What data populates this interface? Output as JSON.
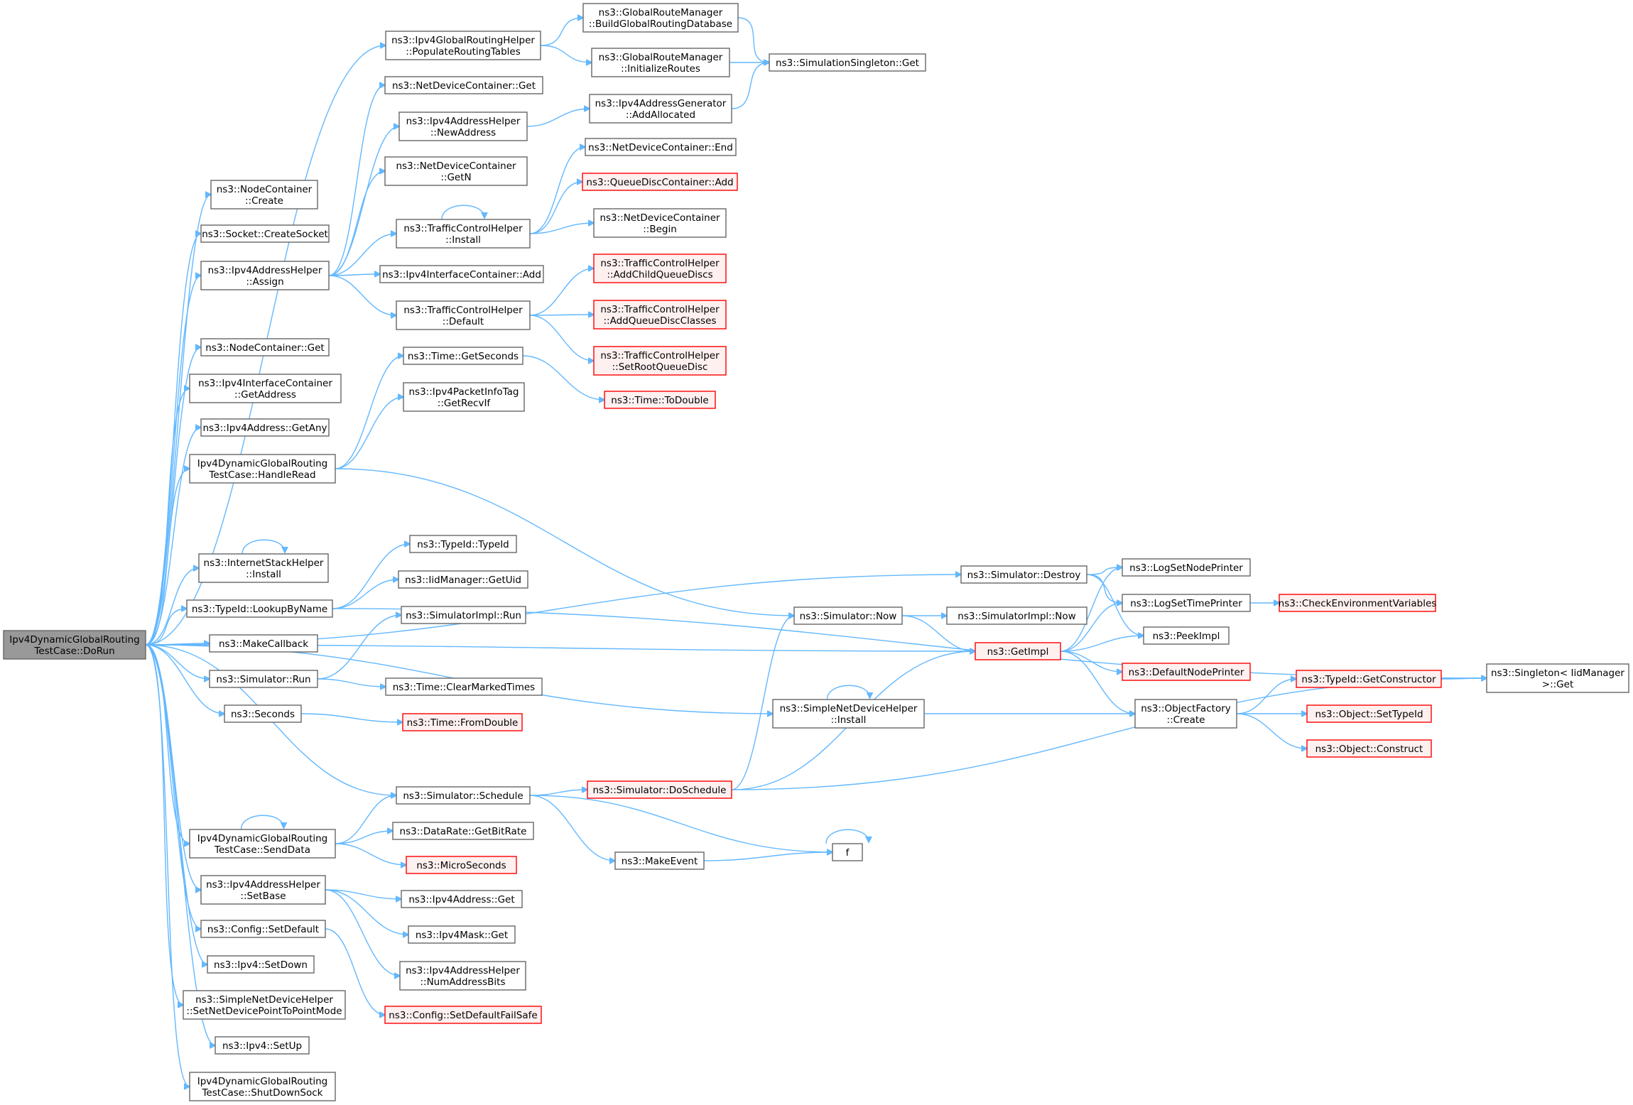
{
  "diagram": {
    "type": "call-graph",
    "colors": {
      "edge": "#63b8ff",
      "node_border": "#666666",
      "highlight_border": "#ff0000",
      "highlight_fill": "#fff0f0",
      "root_fill": "#999999"
    },
    "nodes": [
      {
        "id": "root",
        "lines": [
          "Ipv4DynamicGlobalRouting",
          "TestCase::DoRun"
        ],
        "style": "root"
      },
      {
        "id": "populate",
        "lines": [
          "ns3::Ipv4GlobalRoutingHelper",
          "::PopulateRoutingTables"
        ]
      },
      {
        "id": "nc_create",
        "lines": [
          "ns3::NodeContainer",
          "::Create"
        ]
      },
      {
        "id": "createsocket",
        "lines": [
          "ns3::Socket::CreateSocket"
        ]
      },
      {
        "id": "assign",
        "lines": [
          "ns3::Ipv4AddressHelper",
          "::Assign"
        ]
      },
      {
        "id": "nc_get",
        "lines": [
          "ns3::NodeContainer::Get"
        ]
      },
      {
        "id": "ic_getaddr",
        "lines": [
          "ns3::Ipv4InterfaceContainer",
          "::GetAddress"
        ]
      },
      {
        "id": "getany",
        "lines": [
          "ns3::Ipv4Address::GetAny"
        ]
      },
      {
        "id": "handleread",
        "lines": [
          "Ipv4DynamicGlobalRouting",
          "TestCase::HandleRead"
        ]
      },
      {
        "id": "ish_install",
        "lines": [
          "ns3::InternetStackHelper",
          "::Install"
        ]
      },
      {
        "id": "lookup",
        "lines": [
          "ns3::TypeId::LookupByName"
        ]
      },
      {
        "id": "makecallback",
        "lines": [
          "ns3::MakeCallback"
        ]
      },
      {
        "id": "sim_run",
        "lines": [
          "ns3::Simulator::Run"
        ]
      },
      {
        "id": "seconds",
        "lines": [
          "ns3::Seconds"
        ]
      },
      {
        "id": "senddata",
        "lines": [
          "Ipv4DynamicGlobalRouting",
          "TestCase::SendData"
        ]
      },
      {
        "id": "setbase",
        "lines": [
          "ns3::Ipv4AddressHelper",
          "::SetBase"
        ]
      },
      {
        "id": "setdefault",
        "lines": [
          "ns3::Config::SetDefault"
        ]
      },
      {
        "id": "setdown",
        "lines": [
          "ns3::Ipv4::SetDown"
        ]
      },
      {
        "id": "setp2p",
        "lines": [
          "ns3::SimpleNetDeviceHelper",
          "::SetNetDevicePointToPointMode"
        ]
      },
      {
        "id": "setup",
        "lines": [
          "ns3::Ipv4::SetUp"
        ]
      },
      {
        "id": "shutdown",
        "lines": [
          "Ipv4DynamicGlobalRouting",
          "TestCase::ShutDownSock"
        ]
      },
      {
        "id": "ndc_get",
        "lines": [
          "ns3::NetDeviceContainer::Get"
        ]
      },
      {
        "id": "newaddress",
        "lines": [
          "ns3::Ipv4AddressHelper",
          "::NewAddress"
        ]
      },
      {
        "id": "ndc_getn",
        "lines": [
          "ns3::NetDeviceContainer",
          "::GetN"
        ]
      },
      {
        "id": "tch_install",
        "lines": [
          "ns3::TrafficControlHelper",
          "::Install"
        ]
      },
      {
        "id": "ic_add",
        "lines": [
          "ns3::Ipv4InterfaceContainer::Add"
        ]
      },
      {
        "id": "tch_default",
        "lines": [
          "ns3::TrafficControlHelper",
          "::Default"
        ]
      },
      {
        "id": "getseconds",
        "lines": [
          "ns3::Time::GetSeconds"
        ]
      },
      {
        "id": "getrecvif",
        "lines": [
          "ns3::Ipv4PacketInfoTag",
          "::GetRecvIf"
        ]
      },
      {
        "id": "typeid",
        "lines": [
          "ns3::TypeId::TypeId"
        ]
      },
      {
        "id": "getuid",
        "lines": [
          "ns3::IidManager::GetUid"
        ]
      },
      {
        "id": "simimpl_run",
        "lines": [
          "ns3::SimulatorImpl::Run"
        ]
      },
      {
        "id": "clearmarked",
        "lines": [
          "ns3::Time::ClearMarkedTimes"
        ]
      },
      {
        "id": "fromdouble",
        "lines": [
          "ns3::Time::FromDouble"
        ],
        "style": "red"
      },
      {
        "id": "schedule",
        "lines": [
          "ns3::Simulator::Schedule"
        ]
      },
      {
        "id": "getbitrate",
        "lines": [
          "ns3::DataRate::GetBitRate"
        ]
      },
      {
        "id": "microseconds",
        "lines": [
          "ns3::MicroSeconds"
        ],
        "style": "red"
      },
      {
        "id": "addr_get",
        "lines": [
          "ns3::Ipv4Address::Get"
        ]
      },
      {
        "id": "mask_get",
        "lines": [
          "ns3::Ipv4Mask::Get"
        ]
      },
      {
        "id": "numaddrbits",
        "lines": [
          "ns3::Ipv4AddressHelper",
          "::NumAddressBits"
        ]
      },
      {
        "id": "setdefaultfailsafe",
        "lines": [
          "ns3::Config::SetDefaultFailSafe"
        ],
        "style": "red"
      },
      {
        "id": "buildgrd",
        "lines": [
          "ns3::GlobalRouteManager",
          "::BuildGlobalRoutingDatabase"
        ]
      },
      {
        "id": "initroutes",
        "lines": [
          "ns3::GlobalRouteManager",
          "::InitializeRoutes"
        ]
      },
      {
        "id": "addallocated",
        "lines": [
          "ns3::Ipv4AddressGenerator",
          "::AddAllocated"
        ]
      },
      {
        "id": "ndc_end",
        "lines": [
          "ns3::NetDeviceContainer::End"
        ]
      },
      {
        "id": "qdc_add",
        "lines": [
          "ns3::QueueDiscContainer::Add"
        ],
        "style": "red"
      },
      {
        "id": "ndc_begin",
        "lines": [
          "ns3::NetDeviceContainer",
          "::Begin"
        ]
      },
      {
        "id": "addchildqd",
        "lines": [
          "ns3::TrafficControlHelper",
          "::AddChildQueueDiscs"
        ],
        "style": "red"
      },
      {
        "id": "addqdclasses",
        "lines": [
          "ns3::TrafficControlHelper",
          "::AddQueueDiscClasses"
        ],
        "style": "red"
      },
      {
        "id": "setrootqd",
        "lines": [
          "ns3::TrafficControlHelper",
          "::SetRootQueueDisc"
        ],
        "style": "red"
      },
      {
        "id": "todouble",
        "lines": [
          "ns3::Time::ToDouble"
        ],
        "style": "red"
      },
      {
        "id": "sim_now",
        "lines": [
          "ns3::Simulator::Now"
        ]
      },
      {
        "id": "doschedule",
        "lines": [
          "ns3::Simulator::DoSchedule"
        ],
        "style": "red"
      },
      {
        "id": "makeevent",
        "lines": [
          "ns3::MakeEvent"
        ]
      },
      {
        "id": "f",
        "lines": [
          "f"
        ]
      },
      {
        "id": "singleton_get",
        "lines": [
          "ns3::SimulationSingleton::Get"
        ]
      },
      {
        "id": "sim_destroy",
        "lines": [
          "ns3::Simulator::Destroy"
        ]
      },
      {
        "id": "simimpl_now",
        "lines": [
          "ns3::SimulatorImpl::Now"
        ]
      },
      {
        "id": "getimpl",
        "lines": [
          "ns3::GetImpl"
        ],
        "style": "red"
      },
      {
        "id": "sndh_install",
        "lines": [
          "ns3::SimpleNetDeviceHelper",
          "::Install"
        ]
      },
      {
        "id": "lognodeprinter",
        "lines": [
          "ns3::LogSetNodePrinter"
        ]
      },
      {
        "id": "logtimeprinter",
        "lines": [
          "ns3::LogSetTimePrinter"
        ]
      },
      {
        "id": "peekimpl",
        "lines": [
          "ns3::PeekImpl"
        ]
      },
      {
        "id": "defaultnodeprinter",
        "lines": [
          "ns3::DefaultNodePrinter"
        ],
        "style": "red"
      },
      {
        "id": "of_create",
        "lines": [
          "ns3::ObjectFactory",
          "::Create"
        ]
      },
      {
        "id": "checkenv",
        "lines": [
          "ns3::CheckEnvironmentVariables"
        ],
        "style": "red"
      },
      {
        "id": "getconstructor",
        "lines": [
          "ns3::TypeId::GetConstructor"
        ],
        "style": "red"
      },
      {
        "id": "settypeid",
        "lines": [
          "ns3::Object::SetTypeId"
        ],
        "style": "red"
      },
      {
        "id": "construct",
        "lines": [
          "ns3::Object::Construct"
        ],
        "style": "red"
      },
      {
        "id": "iid_singleton",
        "lines": [
          "ns3::Singleton< IidManager",
          " >::Get"
        ]
      }
    ],
    "edges": [
      [
        "root",
        "populate"
      ],
      [
        "root",
        "nc_create"
      ],
      [
        "root",
        "createsocket"
      ],
      [
        "root",
        "assign"
      ],
      [
        "root",
        "nc_get"
      ],
      [
        "root",
        "ic_getaddr"
      ],
      [
        "root",
        "getany"
      ],
      [
        "root",
        "handleread"
      ],
      [
        "root",
        "sim_destroy"
      ],
      [
        "root",
        "ish_install"
      ],
      [
        "root",
        "lookup"
      ],
      [
        "root",
        "makecallback"
      ],
      [
        "root",
        "getimpl"
      ],
      [
        "root",
        "sim_run"
      ],
      [
        "root",
        "seconds"
      ],
      [
        "root",
        "sndh_install"
      ],
      [
        "root",
        "schedule"
      ],
      [
        "root",
        "senddata"
      ],
      [
        "root",
        "setbase"
      ],
      [
        "root",
        "setdefault"
      ],
      [
        "root",
        "setdown"
      ],
      [
        "root",
        "setp2p"
      ],
      [
        "root",
        "setup"
      ],
      [
        "root",
        "shutdown"
      ],
      [
        "populate",
        "buildgrd"
      ],
      [
        "populate",
        "initroutes"
      ],
      [
        "buildgrd",
        "singleton_get"
      ],
      [
        "initroutes",
        "singleton_get"
      ],
      [
        "addallocated",
        "singleton_get"
      ],
      [
        "assign",
        "ndc_get"
      ],
      [
        "assign",
        "newaddress"
      ],
      [
        "assign",
        "ndc_getn"
      ],
      [
        "assign",
        "tch_install"
      ],
      [
        "assign",
        "ic_add"
      ],
      [
        "assign",
        "tch_default"
      ],
      [
        "newaddress",
        "addallocated"
      ],
      [
        "tch_install",
        "ndc_end"
      ],
      [
        "tch_install",
        "qdc_add"
      ],
      [
        "tch_install",
        "ndc_begin"
      ],
      [
        "tch_install",
        "tch_install"
      ],
      [
        "tch_default",
        "addchildqd"
      ],
      [
        "tch_default",
        "addqdclasses"
      ],
      [
        "tch_default",
        "setrootqd"
      ],
      [
        "handleread",
        "getseconds"
      ],
      [
        "handleread",
        "getrecvif"
      ],
      [
        "handleread",
        "sim_now"
      ],
      [
        "getseconds",
        "todouble"
      ],
      [
        "ish_install",
        "ish_install"
      ],
      [
        "lookup",
        "typeid"
      ],
      [
        "lookup",
        "getuid"
      ],
      [
        "lookup",
        "iid_singleton"
      ],
      [
        "sim_run",
        "simimpl_run"
      ],
      [
        "sim_run",
        "clearmarked"
      ],
      [
        "seconds",
        "fromdouble"
      ],
      [
        "senddata",
        "schedule"
      ],
      [
        "senddata",
        "getbitrate"
      ],
      [
        "senddata",
        "microseconds"
      ],
      [
        "senddata",
        "senddata"
      ],
      [
        "schedule",
        "doschedule"
      ],
      [
        "schedule",
        "makeevent"
      ],
      [
        "schedule",
        "f"
      ],
      [
        "doschedule",
        "sim_now"
      ],
      [
        "doschedule",
        "getimpl"
      ],
      [
        "doschedule",
        "iid_singleton"
      ],
      [
        "makeevent",
        "f"
      ],
      [
        "f",
        "f"
      ],
      [
        "setbase",
        "addr_get"
      ],
      [
        "setbase",
        "mask_get"
      ],
      [
        "setbase",
        "numaddrbits"
      ],
      [
        "setdefault",
        "setdefaultfailsafe"
      ],
      [
        "sim_now",
        "simimpl_now"
      ],
      [
        "sim_now",
        "getimpl"
      ],
      [
        "sim_destroy",
        "lognodeprinter"
      ],
      [
        "sim_destroy",
        "logtimeprinter"
      ],
      [
        "sim_destroy",
        "peekimpl"
      ],
      [
        "getimpl",
        "lognodeprinter"
      ],
      [
        "getimpl",
        "logtimeprinter"
      ],
      [
        "getimpl",
        "peekimpl"
      ],
      [
        "getimpl",
        "defaultnodeprinter"
      ],
      [
        "getimpl",
        "of_create"
      ],
      [
        "logtimeprinter",
        "checkenv"
      ],
      [
        "sndh_install",
        "of_create"
      ],
      [
        "sndh_install",
        "sndh_install"
      ],
      [
        "of_create",
        "getconstructor"
      ],
      [
        "of_create",
        "settypeid"
      ],
      [
        "of_create",
        "construct"
      ],
      [
        "getconstructor",
        "iid_singleton"
      ]
    ]
  }
}
